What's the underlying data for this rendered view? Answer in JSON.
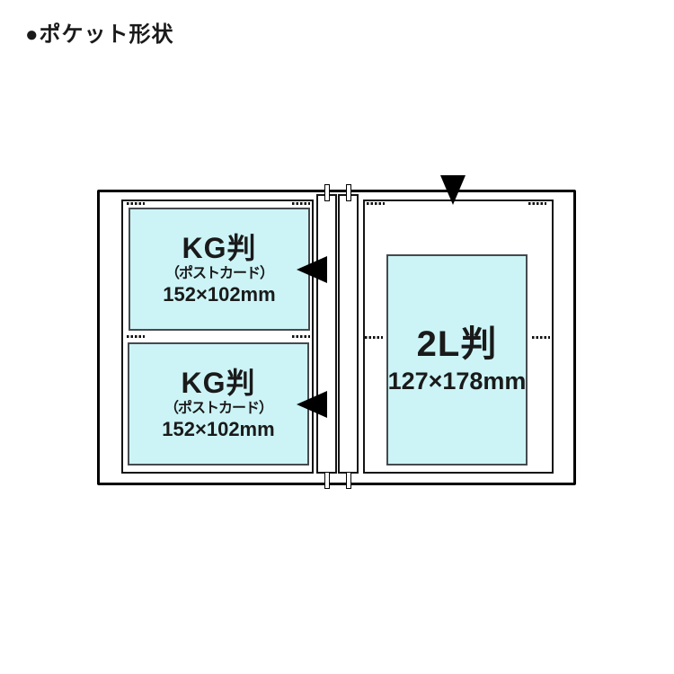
{
  "title": "●ポケット形状",
  "album": {
    "left_page": {
      "pocket_top": {
        "format": "KG判",
        "alias": "（ポストカード）",
        "dimensions": "152×102mm"
      },
      "pocket_bottom": {
        "format": "KG判",
        "alias": "（ポストカード）",
        "dimensions": "152×102mm"
      }
    },
    "right_page": {
      "pocket": {
        "format": "2L判",
        "dimensions": "127×178mm"
      }
    }
  },
  "icons": {
    "insert_arrow_side": "left-filled-triangle",
    "insert_arrow_top": "down-filled-triangle"
  },
  "colors": {
    "pocket_fill": "#ccf4f6",
    "pocket_border": "#454a4e",
    "outline": "#000000",
    "background": "#ffffff"
  }
}
